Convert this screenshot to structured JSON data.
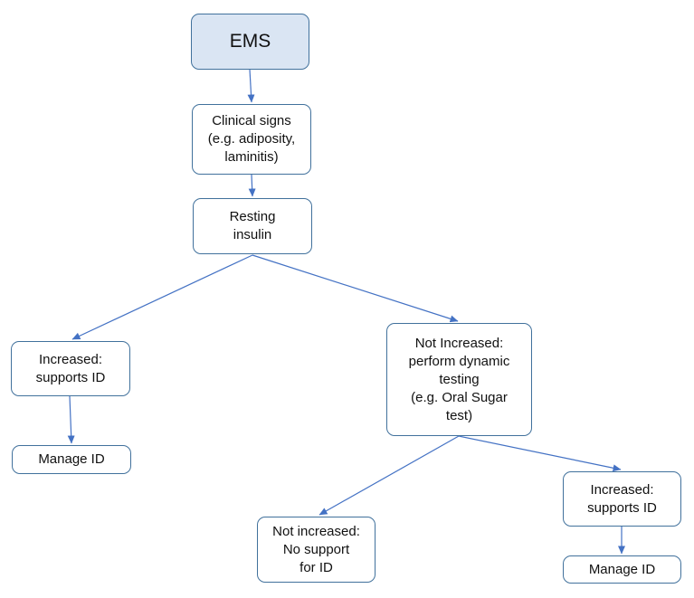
{
  "diagram": {
    "nodes": {
      "ems": {
        "lines": [
          "EMS"
        ]
      },
      "clinical": {
        "lines": [
          "Clinical signs",
          "(e.g. adiposity,",
          "laminitis)"
        ]
      },
      "resting": {
        "lines": [
          "Resting",
          "insulin"
        ]
      },
      "increased_left": {
        "lines": [
          "Increased:",
          "supports ID"
        ]
      },
      "manage_left": {
        "lines": [
          "Manage ID"
        ]
      },
      "not_increased": {
        "lines": [
          "Not Increased:",
          "perform dynamic",
          "testing",
          "(e.g. Oral Sugar",
          "test)"
        ]
      },
      "not_increased_bottom": {
        "lines": [
          "Not increased:",
          "No support",
          "for ID"
        ]
      },
      "increased_right": {
        "lines": [
          "Increased:",
          "supports ID"
        ]
      },
      "manage_right": {
        "lines": [
          "Manage ID"
        ]
      }
    },
    "edges": [
      {
        "from": "ems",
        "to": "clinical"
      },
      {
        "from": "clinical",
        "to": "resting"
      },
      {
        "from": "resting",
        "to": "increased_left"
      },
      {
        "from": "resting",
        "to": "not_increased"
      },
      {
        "from": "increased_left",
        "to": "manage_left"
      },
      {
        "from": "not_increased",
        "to": "not_increased_bottom"
      },
      {
        "from": "not_increased",
        "to": "increased_right"
      },
      {
        "from": "increased_right",
        "to": "manage_right"
      }
    ],
    "colors": {
      "border": "#41719c",
      "arrow": "#4472c4",
      "root_fill": "#dae5f3"
    }
  }
}
